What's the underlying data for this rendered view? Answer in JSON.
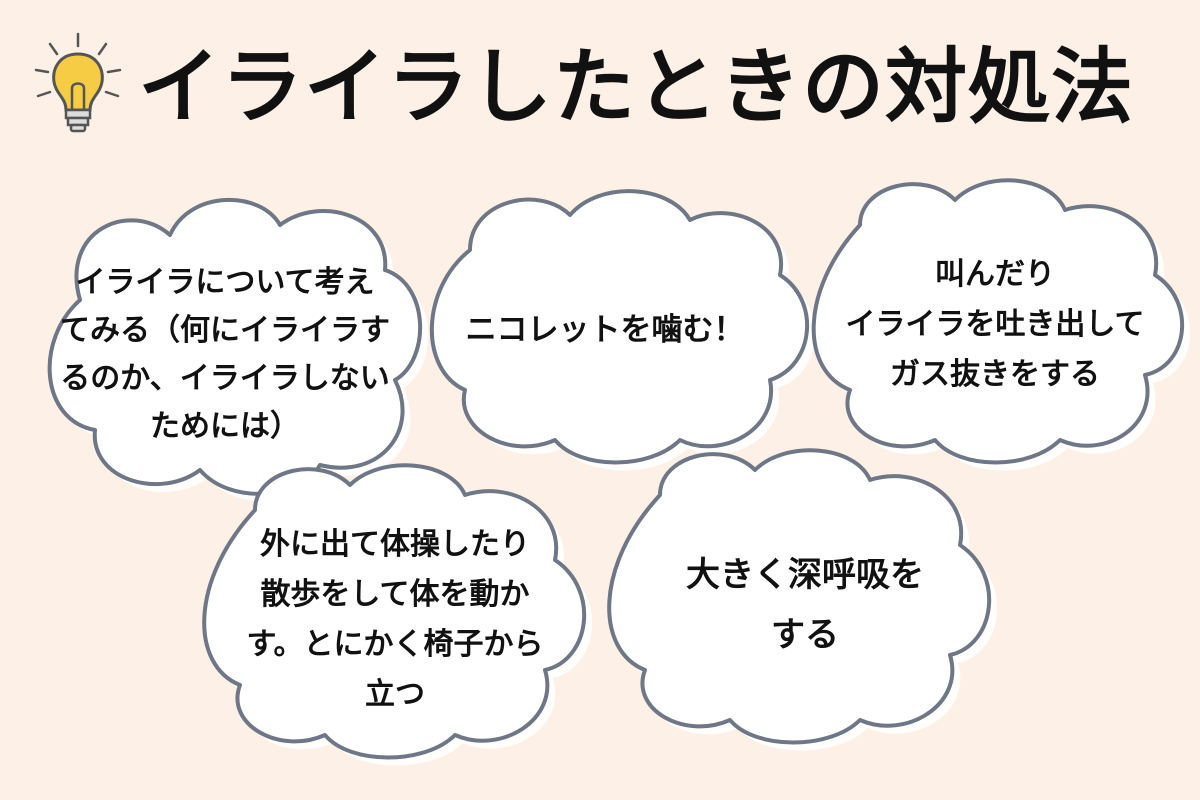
{
  "title": "イライラしたときの対処法",
  "icons": {
    "title_icon": "lightbulb-icon"
  },
  "colors": {
    "background": "#fdf0e6",
    "cloud_fill": "#ffffff",
    "cloud_stroke": "#6f7685",
    "bulb_fill": "#f7cc45",
    "text": "#111111"
  },
  "clouds": [
    {
      "lines": [
        "イライラについて考え",
        "てみる（何にイライラす",
        "るのか、イライラしない",
        "ためには）"
      ]
    },
    {
      "lines": [
        "ニコレットを噛む！"
      ]
    },
    {
      "lines": [
        "叫んだり",
        "イライラを吐き出して",
        "ガス抜きをする"
      ]
    },
    {
      "lines": [
        "外に出て体操したり",
        "散歩をして体を動か",
        "す。とにかく椅子から",
        "立つ"
      ]
    },
    {
      "lines": [
        "大きく深呼吸を",
        "する"
      ]
    }
  ]
}
